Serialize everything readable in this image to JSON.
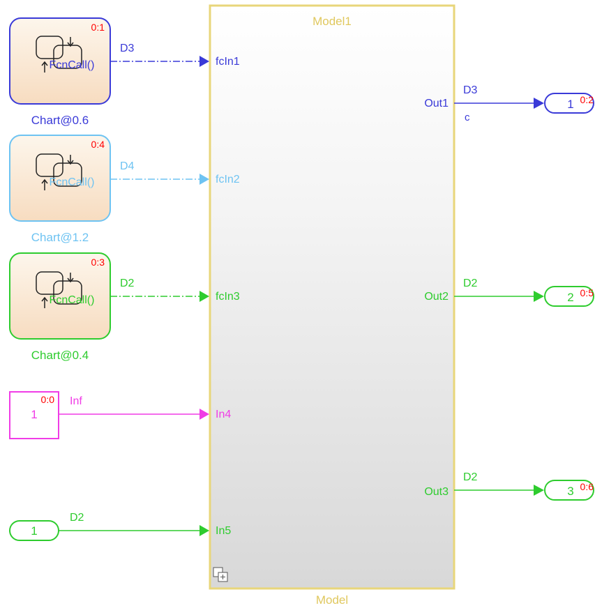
{
  "colors": {
    "chart1": "#3a3ad8",
    "chart2": "#6ec3f2",
    "chart3": "#2ecc2e",
    "constant": "#f03ce6",
    "model_border": "#e8d67a",
    "model_title": "#e0c85e",
    "sample_time": "#ff0000",
    "black": "#000000"
  },
  "charts": [
    {
      "function": "FcnCall()",
      "sample_time": "0:1",
      "name": "Chart@0.6",
      "signal": "D3"
    },
    {
      "function": "FcnCall()",
      "sample_time": "0:4",
      "name": "Chart@1.2",
      "signal": "D4"
    },
    {
      "function": "FcnCall()",
      "sample_time": "0:3",
      "name": "Chart@0.4",
      "signal": "D2"
    }
  ],
  "constant_block": {
    "value": "1",
    "sample_time": "0:0",
    "signal": "Inf"
  },
  "inport_block": {
    "value": "1",
    "signal": "D2"
  },
  "model_block": {
    "title": "Model1",
    "footer": "Model",
    "inports": [
      "fcIn1",
      "fcIn2",
      "fcIn3",
      "In4",
      "In5"
    ],
    "outports": [
      "Out1",
      "Out2",
      "Out3"
    ]
  },
  "outputs": [
    {
      "number": "1",
      "sample_time": "0:2",
      "signal": "D3",
      "sublabel": "c"
    },
    {
      "number": "2",
      "sample_time": "0:5",
      "signal": "D2"
    },
    {
      "number": "3",
      "sample_time": "0:6",
      "signal": "D2"
    }
  ]
}
